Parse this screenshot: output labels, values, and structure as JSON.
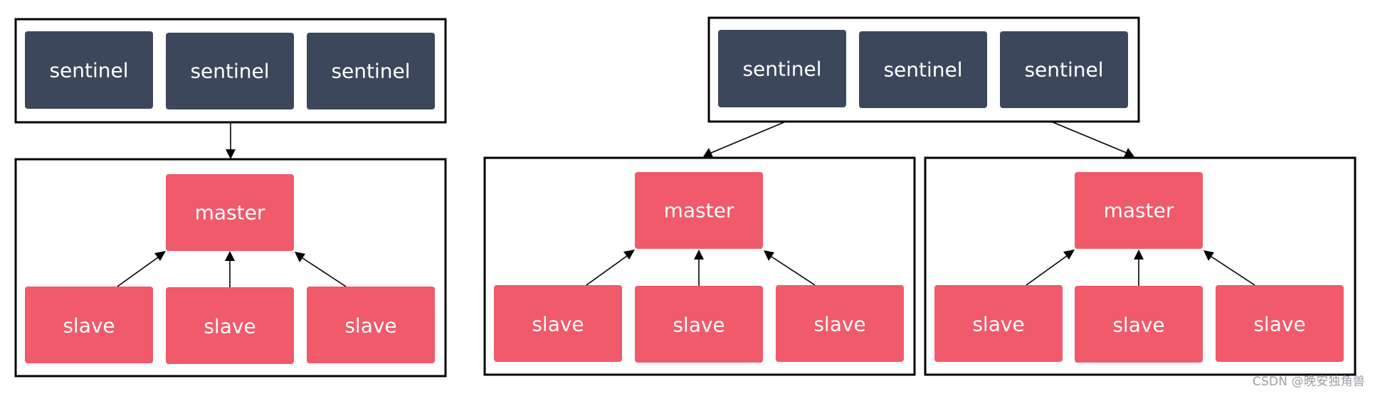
{
  "labels": {
    "sentinel": "sentinel",
    "master": "master",
    "slave": "slave"
  },
  "watermark": "CSDN @晚安独角兽",
  "colors": {
    "sentinel_box": "#3d475c",
    "redis_box": "#f05a6a",
    "frame_border": "#000000",
    "label_text": "#ffffff",
    "watermark_text": "#9aa0a6"
  }
}
